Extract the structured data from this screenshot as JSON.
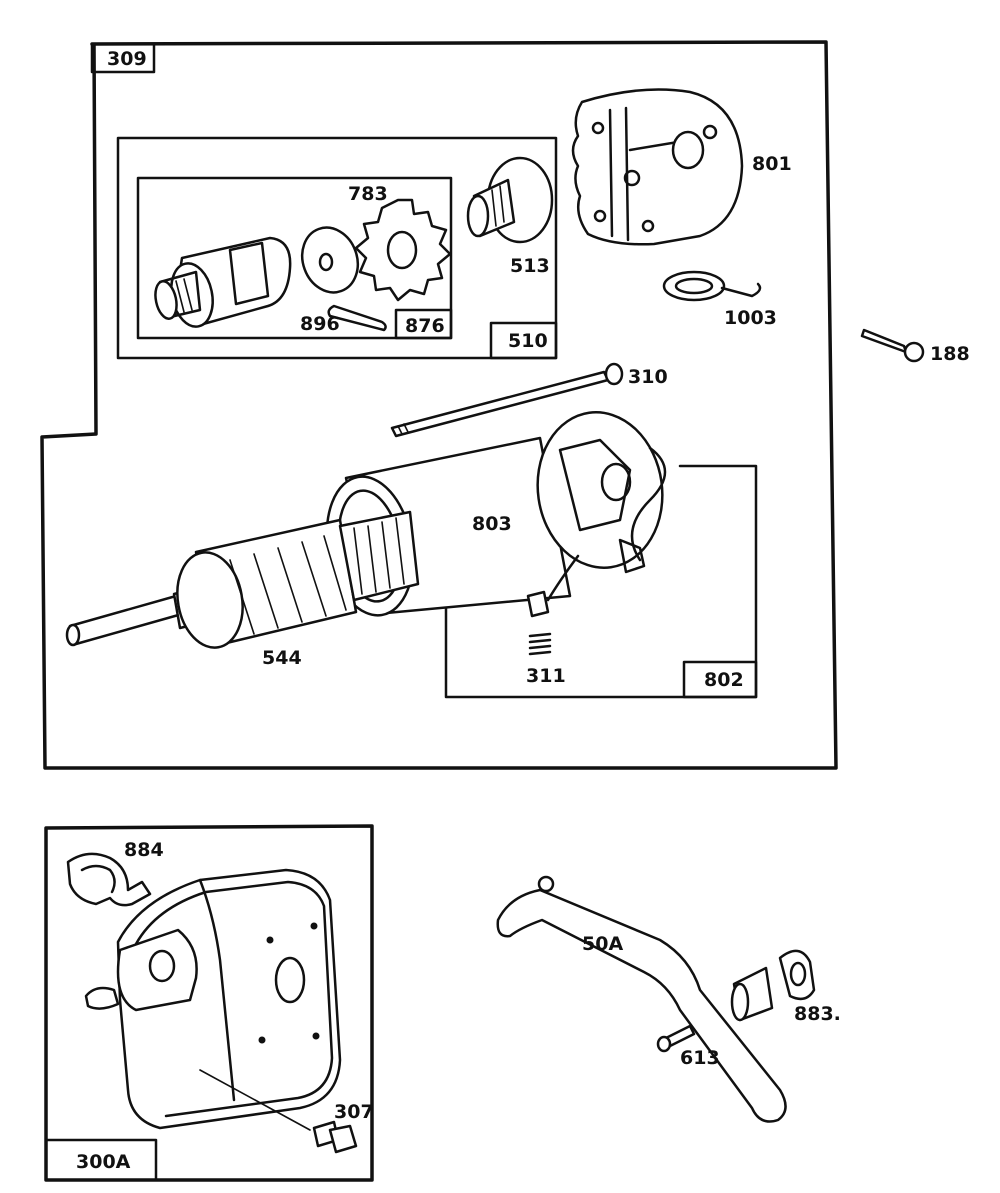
{
  "labels": {
    "box_309": "309",
    "box_510": "510",
    "box_876": "876",
    "box_802": "802",
    "box_300a": "300A",
    "p801": "801",
    "p783": "783",
    "p513": "513",
    "p896": "896",
    "p1003": "1003",
    "p188": "188",
    "p310": "310",
    "p803": "803",
    "p544": "544",
    "p311": "311",
    "p884": "884",
    "p50a": "50A",
    "p883": "883.",
    "p613": "613",
    "p307": "307"
  }
}
